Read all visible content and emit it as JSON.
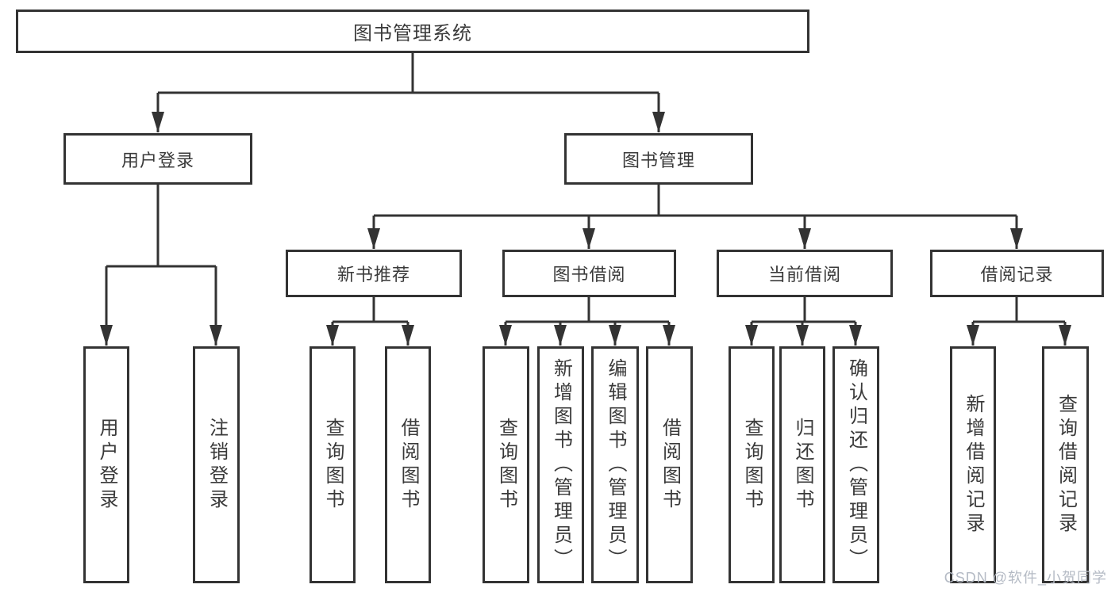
{
  "diagram_title": "图书管理系统",
  "tree": {
    "label": "图书管理系统",
    "children": [
      {
        "label": "用户登录",
        "children": [
          {
            "label": "用户登录"
          },
          {
            "label": "注销登录"
          }
        ]
      },
      {
        "label": "图书管理",
        "children": [
          {
            "label": "新书推荐",
            "children": [
              {
                "label": "查询图书"
              },
              {
                "label": "借阅图书"
              }
            ]
          },
          {
            "label": "图书借阅",
            "children": [
              {
                "label": "查询图书"
              },
              {
                "label": "新增图书（管理员）"
              },
              {
                "label": "编辑图书（管理员）"
              },
              {
                "label": "借阅图书"
              }
            ]
          },
          {
            "label": "当前借阅",
            "children": [
              {
                "label": "查询图书"
              },
              {
                "label": "归还图书"
              },
              {
                "label": "确认归还（管理员）"
              }
            ]
          },
          {
            "label": "借阅记录",
            "children": [
              {
                "label": "新增借阅记录"
              },
              {
                "label": "查询借阅记录"
              }
            ]
          }
        ]
      }
    ]
  },
  "watermark": "CSDN @软件_小贺同学",
  "colors": {
    "line": "#333333",
    "box_border": "#333333",
    "box_fill": "#ffffff",
    "text": "#3a3a3a",
    "watermark": "#b5bbc5",
    "background": "#ffffff"
  }
}
